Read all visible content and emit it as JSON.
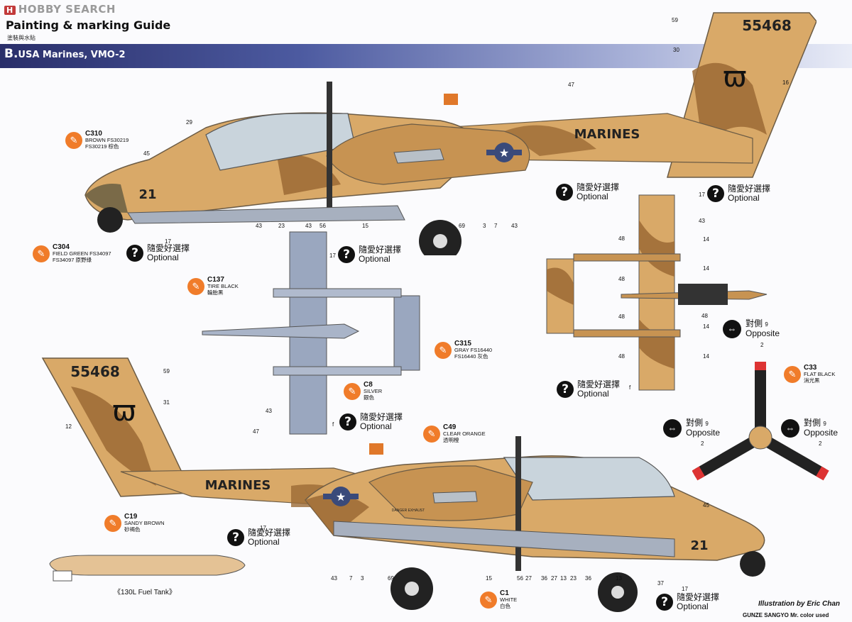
{
  "brand": {
    "badge": "H",
    "name": "HOBBY SEARCH"
  },
  "title": "Painting & marking Guide",
  "title_zh": "塗裝與水貼",
  "banner": {
    "letter": "B.",
    "label": "USA Marines, VMO-2"
  },
  "aircraft": {
    "serial": "55468",
    "service": "MARINES",
    "modex": "21"
  },
  "optional": {
    "zh": "隨愛好選擇",
    "en": "Optional"
  },
  "opposite": {
    "zh": "對側",
    "en": "Opposite",
    "ref": "9"
  },
  "paints": {
    "brown": {
      "code": "C310",
      "line1": "BROWN FS30219",
      "line2": "FS30219 棕色"
    },
    "green": {
      "code": "C304",
      "line1": "FIELD GREEN FS34097",
      "line2": "FS34097 原野綠"
    },
    "tire": {
      "code": "C137",
      "line1": "TIRE BLACK",
      "line2": "輪胎黑"
    },
    "gray": {
      "code": "C315",
      "line1": "GRAY FS16440",
      "line2": "FS16440 灰色"
    },
    "silver": {
      "code": "C8",
      "line1": "SILVER",
      "line2": "銀色"
    },
    "orange": {
      "code": "C49",
      "line1": "CLEAR ORANGE",
      "line2": "透明橙"
    },
    "sandy": {
      "code": "C19",
      "line1": "SANDY BROWN",
      "line2": "砂褐色"
    },
    "white": {
      "code": "C1",
      "line1": "WHITE",
      "line2": "白色"
    },
    "flatblack": {
      "code": "C33",
      "line1": "FLAT BLACK",
      "line2": "消光黑"
    }
  },
  "fuel_tank": "《130L Fuel Tank》",
  "credit": {
    "illustration": "Illustration by Eric Chan",
    "paint_brand": "GUNZE SANGYO Mr. color used"
  },
  "callouts": {
    "top": [
      "59",
      "30",
      "16",
      "47",
      "29",
      "45",
      "21",
      "17",
      "43",
      "23",
      "43",
      "56",
      "15",
      "69",
      "3",
      "7",
      "43"
    ],
    "bottom": [
      "59",
      "31",
      "12",
      "47",
      "17",
      "43",
      "7",
      "3",
      "69",
      "15",
      "56",
      "27",
      "36",
      "27",
      "13",
      "23",
      "36",
      "13",
      "37",
      "17",
      "45"
    ],
    "topview": [
      "17",
      "43",
      "48",
      "14",
      "48",
      "14",
      "48",
      "48",
      "14",
      "48",
      "14",
      "f"
    ],
    "underside": [
      "17",
      "43",
      "f"
    ],
    "prop": [
      "2",
      "2",
      "2"
    ]
  },
  "stencil": "DANGER EXHAUST",
  "colors": {
    "sand": "#d9a968",
    "brown": "#9b6a35",
    "gray": "#9aa7bf",
    "banner": "#3c4a94",
    "accent": "#f07c2a"
  }
}
